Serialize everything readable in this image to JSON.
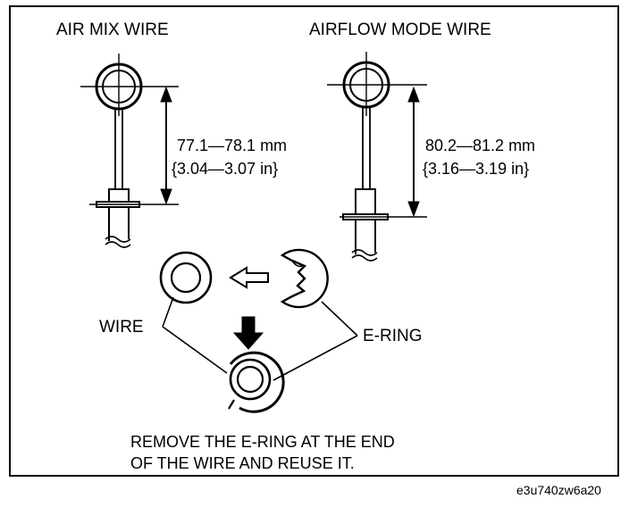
{
  "titles": {
    "air_mix": "AIR MIX WIRE",
    "airflow_mode": "AIRFLOW MODE WIRE"
  },
  "dimensions": {
    "air_mix_mm": "77.1—78.1 mm",
    "air_mix_in": "{3.04—3.07 in}",
    "airflow_mm": "80.2—81.2 mm",
    "airflow_in": "{3.16—3.19 in}"
  },
  "callouts": {
    "wire": "WIRE",
    "e_ring": "E-RING"
  },
  "note": {
    "line1": "REMOVE THE E-RING AT THE END",
    "line2": "OF THE WIRE AND REUSE IT."
  },
  "figure_code": "e3u740zw6a20"
}
